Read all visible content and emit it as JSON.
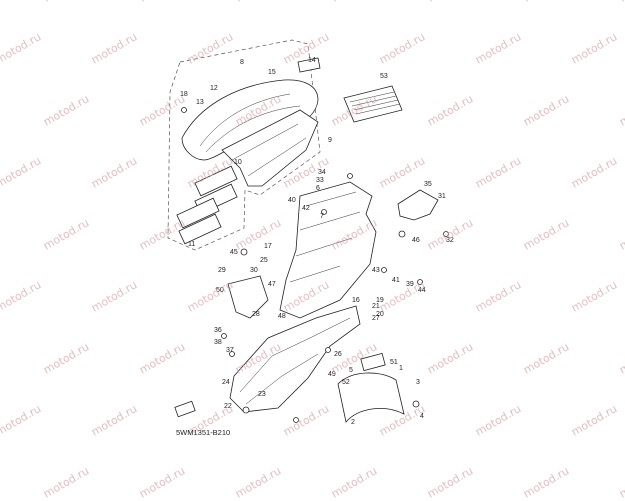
{
  "diagram": {
    "code": "5WM1351-B210",
    "watermark": "motod.ru",
    "part_numbers": [
      "1",
      "2",
      "3",
      "4",
      "5",
      "6",
      "7",
      "8",
      "9",
      "10",
      "11",
      "12",
      "13",
      "14",
      "15",
      "16",
      "17",
      "18",
      "19",
      "20",
      "21",
      "22",
      "23",
      "24",
      "25",
      "26",
      "27",
      "28",
      "29",
      "30",
      "31",
      "32",
      "33",
      "34",
      "35",
      "36",
      "37",
      "38",
      "39",
      "40",
      "41",
      "42",
      "43",
      "44",
      "45",
      "46",
      "47",
      "48",
      "49",
      "50",
      "51",
      "52",
      "53"
    ]
  }
}
